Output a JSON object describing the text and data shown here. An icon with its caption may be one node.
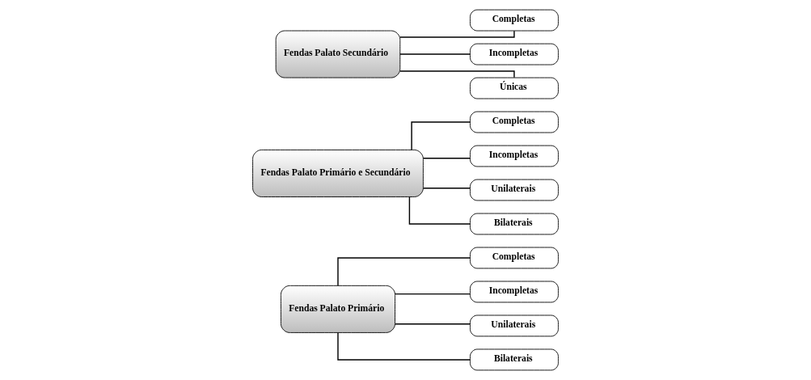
{
  "diagram": {
    "nodes": [
      {
        "text": [
          "Fendas Palato Primário"
        ]
      },
      {
        "text": [
          "Completas"
        ]
      },
      {
        "text": [
          "Incompletas"
        ]
      },
      {
        "text": [
          "Unilaterais"
        ]
      },
      {
        "text": [
          "Bilaterais"
        ]
      },
      {
        "text": [
          "Fendas Palato Primário e Secundário"
        ]
      },
      {
        "text": [
          "Completas"
        ]
      },
      {
        "text": [
          "Incompletas"
        ]
      },
      {
        "text": [
          "Unilaterais"
        ]
      },
      {
        "text": [
          "Bilaterais"
        ]
      },
      {
        "text": [
          "Fendas Palato Secundário"
        ]
      },
      {
        "text": [
          "Completas"
        ]
      },
      {
        "text": [
          "Incompletas"
        ]
      },
      {
        "text": [
          "Únicas"
        ]
      }
    ],
    "edges": [
      {
        "from": 0,
        "to": 1,
        "arrow": "none"
      },
      {
        "from": 0,
        "to": 2,
        "arrow": "none"
      },
      {
        "from": 0,
        "to": 3,
        "arrow": "none"
      },
      {
        "from": 0,
        "to": 4,
        "arrow": "none"
      },
      {
        "from": 5,
        "to": 6,
        "arrow": "none"
      },
      {
        "from": 5,
        "to": 7,
        "arrow": "none"
      },
      {
        "from": 5,
        "to": 8,
        "arrow": "none"
      },
      {
        "from": 5,
        "to": 9,
        "arrow": "none"
      },
      {
        "from": 10,
        "to": 11,
        "arrow": "none"
      },
      {
        "from": 10,
        "to": 12,
        "arrow": "none"
      },
      {
        "from": 10,
        "to": 13,
        "arrow": "none"
      }
    ]
  }
}
